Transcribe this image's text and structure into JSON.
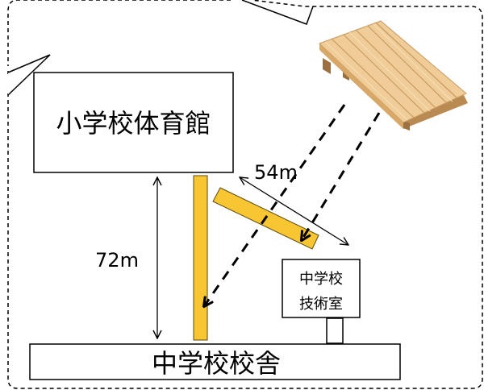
{
  "labels": {
    "elementary_gym": "小学校体育館",
    "middle_school_building": "中学校校舎",
    "tech_room_line1": "中学校",
    "tech_room_line2": "技術室",
    "distance_vertical": "72m",
    "distance_diagonal": "54m"
  },
  "icons": {
    "pallet": "wooden-pallet-icon"
  },
  "colors": {
    "path": "#f8c533",
    "path_stroke": "#5a4a10",
    "line": "#000000",
    "frame": "#000000",
    "wood_light": "#f3d3a3",
    "wood_mid": "#e2b57a",
    "wood_dark": "#b98a52"
  }
}
